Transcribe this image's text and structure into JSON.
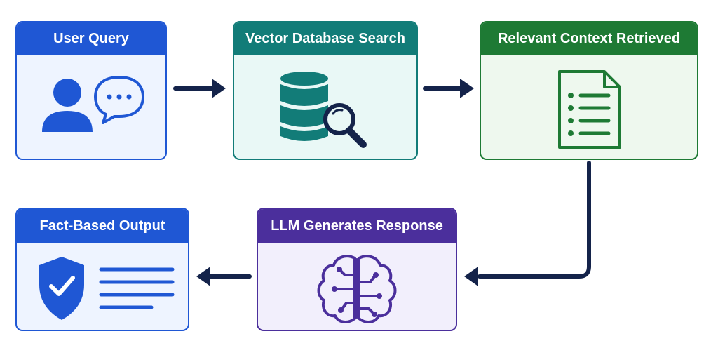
{
  "colors": {
    "blue": "#1f57d4",
    "blue_bg": "#eef4ff",
    "teal": "#127c78",
    "teal_bg": "#e9f8f6",
    "green": "#1e7a34",
    "green_bg": "#eef8ee",
    "purple": "#4b2f9c",
    "purple_bg": "#f2effc",
    "arrow": "#14234a"
  },
  "steps": [
    {
      "id": "user_query",
      "title": "User Query",
      "icon": "user-chat-icon"
    },
    {
      "id": "vector_search",
      "title": "Vector Database Search",
      "icon": "database-search-icon"
    },
    {
      "id": "context",
      "title": "Relevant Context Retrieved",
      "icon": "document-list-icon"
    },
    {
      "id": "llm",
      "title": "LLM Generates Response",
      "icon": "brain-circuit-icon"
    },
    {
      "id": "output",
      "title": "Fact-Based Output",
      "icon": "shield-check-icon"
    }
  ]
}
